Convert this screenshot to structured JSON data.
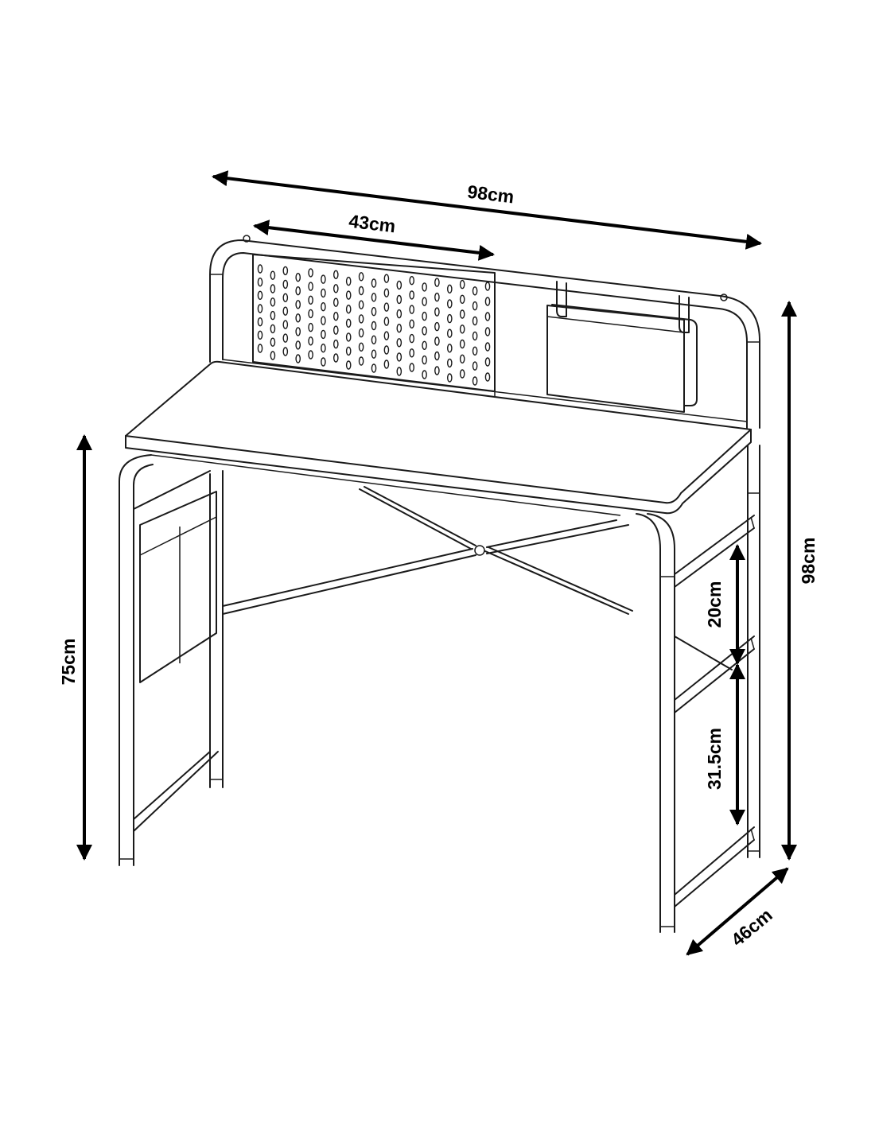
{
  "diagram": {
    "dimensions": {
      "overall_width": "98cm",
      "pegboard_width": "43cm",
      "overall_height": "98cm",
      "desk_height": "75cm",
      "upper_gap": "20cm",
      "lower_gap": "31.5cm",
      "depth": "46cm"
    }
  }
}
